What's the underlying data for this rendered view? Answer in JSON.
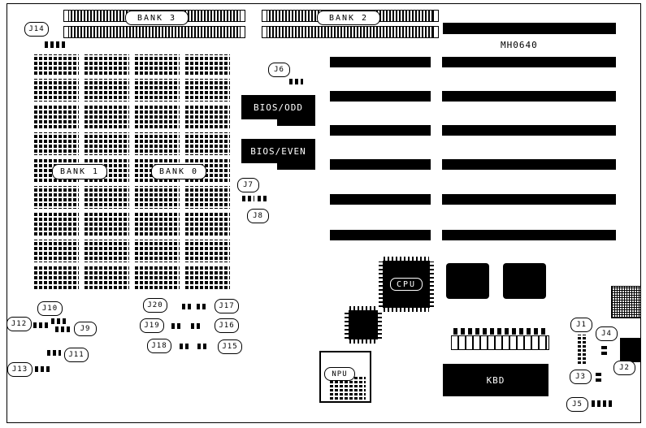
{
  "board": {
    "model": "MH0640"
  },
  "theme": {
    "ink": "#000000",
    "paper": "#ffffff"
  },
  "labels": {
    "bank3": "BANK 3",
    "bank2": "BANK 2",
    "bank1": "BANK 1",
    "bank0": "BANK 0",
    "bios_odd": "BIOS/ODD",
    "bios_even": "BIOS/EVEN",
    "cpu": "CPU",
    "npu": "NPU",
    "kbd": "KBD",
    "j1": "J1",
    "j2": "J2",
    "j3": "J3",
    "j4": "J4",
    "j5": "J5",
    "j6": "J6",
    "j7": "J7",
    "j8": "J8",
    "j9": "J9",
    "j10": "J10",
    "j11": "J11",
    "j12": "J12",
    "j13": "J13",
    "j14": "J14",
    "j15": "J15",
    "j16": "J16",
    "j17": "J17",
    "j18": "J18",
    "j19": "J19",
    "j20": "J20"
  }
}
